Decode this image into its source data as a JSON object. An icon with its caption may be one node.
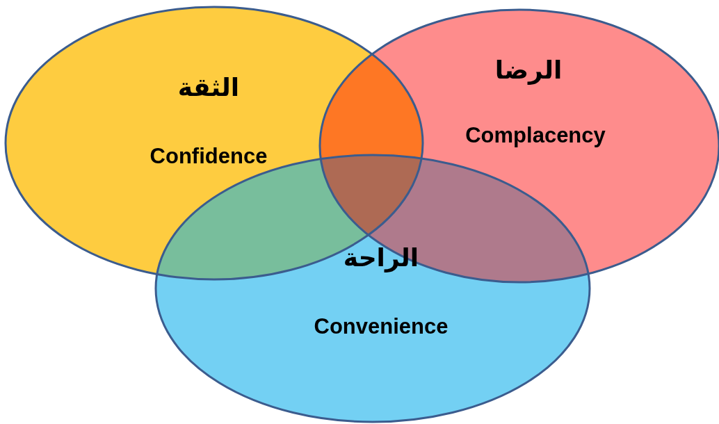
{
  "diagram": {
    "nodes": [
      {
        "text": [
          "الثقة",
          "Confidence"
        ]
      },
      {
        "text": [
          "الرضا",
          "Complacency"
        ]
      },
      {
        "text": [
          "الراحة",
          "Convenience"
        ]
      }
    ]
  }
}
